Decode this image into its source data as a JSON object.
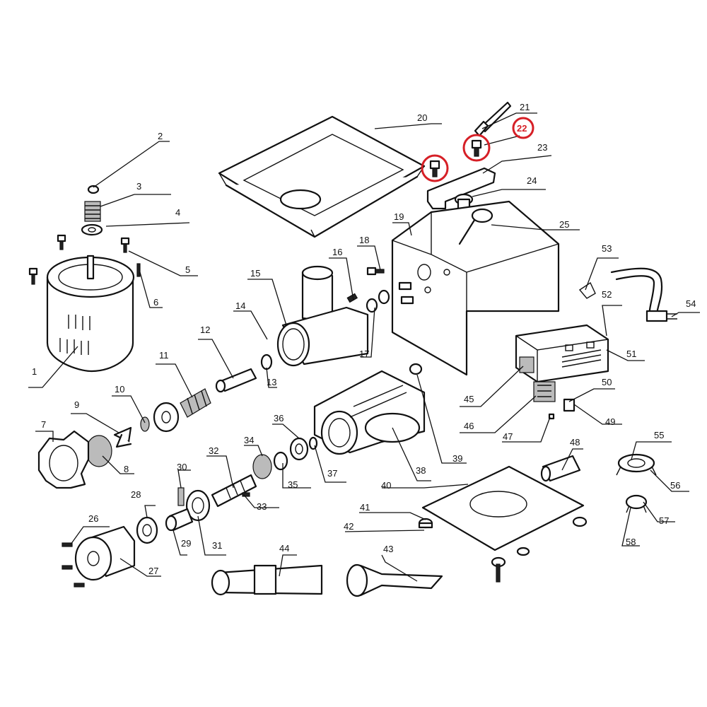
{
  "highlight_color": "#d61f26",
  "callouts": {
    "n1": "1",
    "n2": "2",
    "n3": "3",
    "n4": "4",
    "n5": "5",
    "n6": "6",
    "n7": "7",
    "n8": "8",
    "n9": "9",
    "n10": "10",
    "n11": "11",
    "n12": "12",
    "n13": "13",
    "n14": "14",
    "n15": "15",
    "n16": "16",
    "n17": "17",
    "n18": "18",
    "n19": "19",
    "n20": "20",
    "n21": "21",
    "n22": "22",
    "n23": "23",
    "n24": "24",
    "n25": "25",
    "n26": "26",
    "n27": "27",
    "n28": "28",
    "n29": "29",
    "n30": "30",
    "n31": "31",
    "n32": "32",
    "n33": "33",
    "n34": "34",
    "n35": "35",
    "n36": "36",
    "n37": "37",
    "n38": "38",
    "n39": "39",
    "n40": "40",
    "n41": "41",
    "n42": "42",
    "n43": "43",
    "n44": "44",
    "n45": "45",
    "n46": "46",
    "n47": "47",
    "n48": "48",
    "n49": "49",
    "n50": "50",
    "n51": "51",
    "n52": "52",
    "n53": "53",
    "n54": "54",
    "n55": "55",
    "n56": "56",
    "n57": "57",
    "n58": "58"
  },
  "highlighted_parts": [
    "22"
  ]
}
